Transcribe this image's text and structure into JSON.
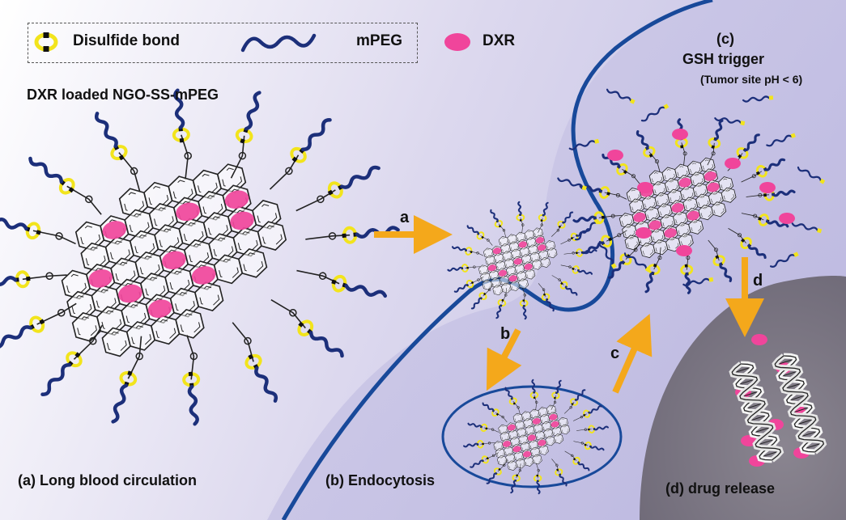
{
  "legend": {
    "disulfide_label": "Disulfide bond",
    "mpeg_label": "mPEG",
    "dxr_label": "DXR"
  },
  "complex_title": "DXR loaded NGO-SS-mPEG",
  "trigger": {
    "label": "(c)",
    "title": "GSH trigger",
    "subtitle": "(Tumor site pH < 6)"
  },
  "steps": {
    "a": "(a)  Long blood circulation",
    "b": "(b)  Endocytosis",
    "d": "(d)  drug release"
  },
  "arrows": {
    "a": "a",
    "b": "b",
    "c": "c",
    "d": "d"
  },
  "colors": {
    "polymer": "#1c2f7a",
    "disulfide": "#f2e41c",
    "dxr": "#f0459b",
    "arrow": "#f4a81b",
    "membrane": "#18499a",
    "nucleus": "#7d7883",
    "background_left": "#ffffff",
    "background_right": "#c4c2e4"
  }
}
